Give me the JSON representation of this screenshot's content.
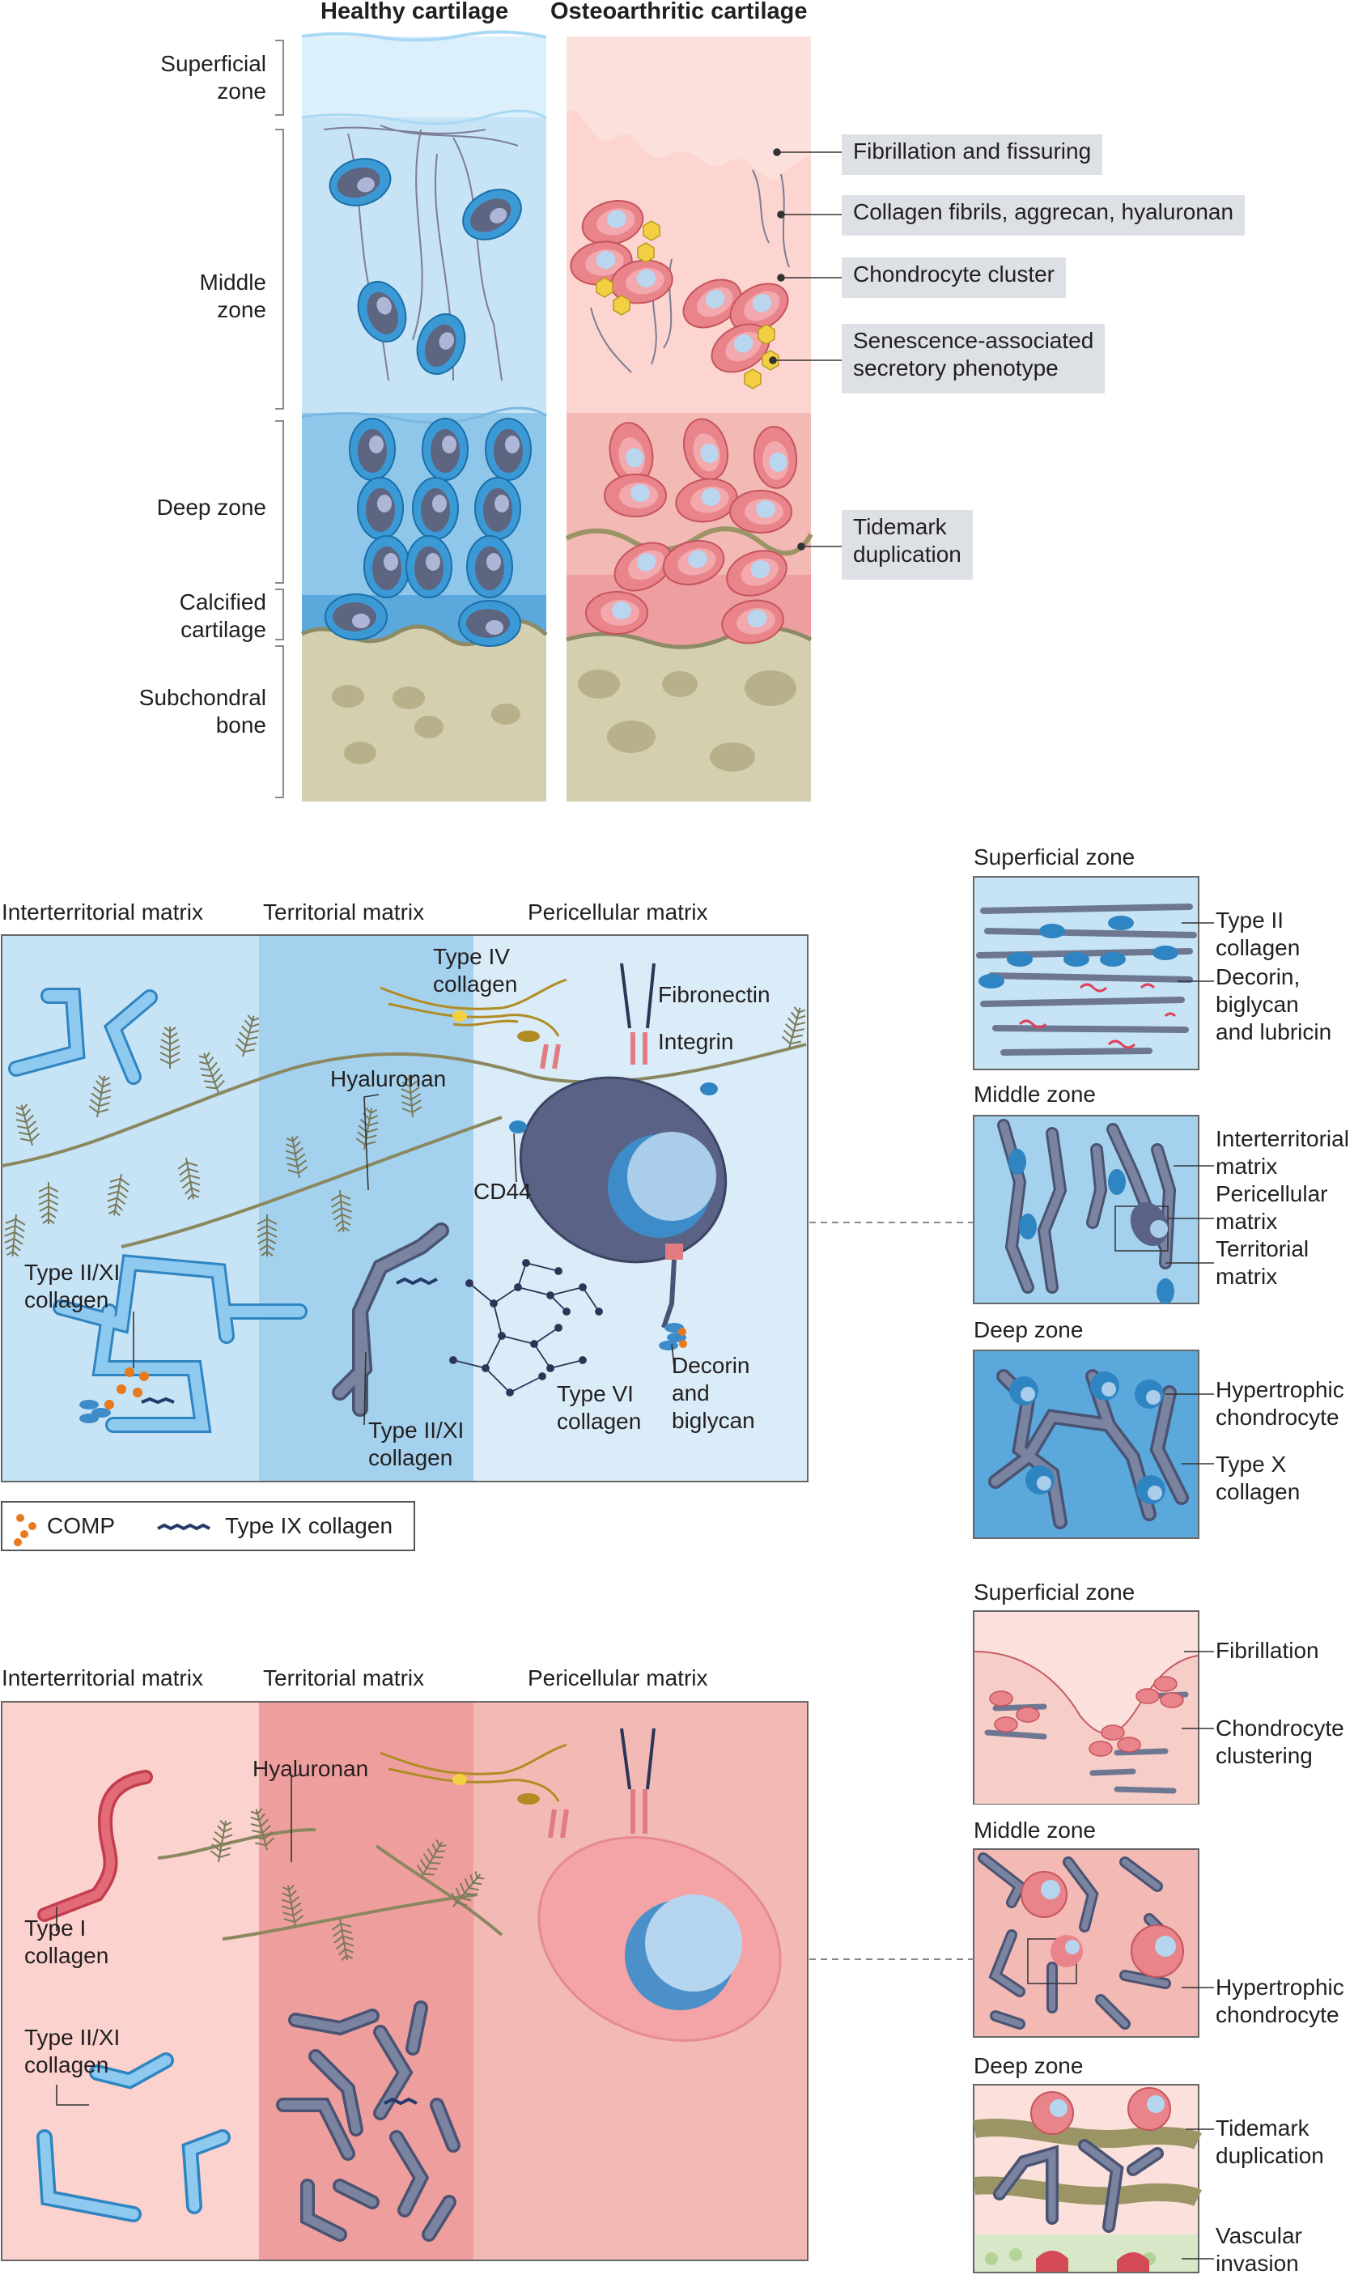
{
  "top_panel": {
    "col_healthy": "Healthy cartilage",
    "col_oa": "Osteoarthritic cartilage",
    "zones": {
      "superficial": "Superficial\nzone",
      "middle": "Middle\nzone",
      "deep": "Deep zone",
      "calcified": "Calcified\ncartilage",
      "subchondral": "Subchondral\nbone"
    },
    "callouts": {
      "fibrillation": "Fibrillation and fissuring",
      "collagen": "Collagen fibrils, aggrecan, hyaluronan",
      "cluster": "Chondrocyte cluster",
      "senescence": "Senescence-associated\nsecretory phenotype",
      "tidemark": "Tidemark\nduplication"
    }
  },
  "healthy_matrix": {
    "headers": {
      "inter": "Interterritorial matrix",
      "territorial": "Territorial matrix",
      "pericellular": "Pericellular matrix"
    },
    "labels": {
      "type4": "Type IV\ncollagen",
      "fibronectin": "Fibronectin",
      "integrin": "Integrin",
      "hyaluronan": "Hyaluronan",
      "cd44": "CD44",
      "type2_11_a": "Type II/XI\ncollagen",
      "type2_11_b": "Type II/XI\ncollagen",
      "type6": "Type VI\ncollagen",
      "decorin": "Decorin\nand\nbiglycan"
    },
    "legend": {
      "comp": "COMP",
      "type9": "Type IX collagen"
    },
    "insets": {
      "superficial": {
        "title": "Superficial zone",
        "label1": "Type II\ncollagen",
        "label2": "Decorin,\nbiglycan\nand lubricin"
      },
      "middle": {
        "title": "Middle zone",
        "label1": "Interterritorial\nmatrix",
        "label2": "Pericellular\nmatrix",
        "label3": "Territorial\nmatrix"
      },
      "deep": {
        "title": "Deep zone",
        "label1": "Hypertrophic\nchondrocyte",
        "label2": "Type X\ncollagen"
      }
    }
  },
  "oa_matrix": {
    "headers": {
      "inter": "Interterritorial matrix",
      "territorial": "Territorial matrix",
      "pericellular": "Pericellular matrix"
    },
    "labels": {
      "hyaluronan": "Hyaluronan",
      "type1": "Type I\ncollagen",
      "type2_11": "Type II/XI\ncollagen"
    },
    "insets": {
      "superficial": {
        "title": "Superficial zone",
        "label1": "Fibrillation",
        "label2": "Chondrocyte\nclustering"
      },
      "middle": {
        "title": "Middle zone",
        "label1": "Hypertrophic\nchondrocyte"
      },
      "deep": {
        "title": "Deep zone",
        "label1": "Tidemark\nduplication",
        "label2": "Vascular\ninvasion"
      }
    }
  },
  "colors": {
    "healthy_light": "#c6e4f6",
    "healthy_mid": "#a4d2ee",
    "healthy_deep": "#7fbde6",
    "oa_light": "#fbe0dc",
    "oa_mid": "#f3b9b5",
    "bone": "#d4cfae",
    "collagen_grey": "#6e7792",
    "collagen_blue": "#6fb9e4",
    "callout_bg": "#dde1e6"
  }
}
